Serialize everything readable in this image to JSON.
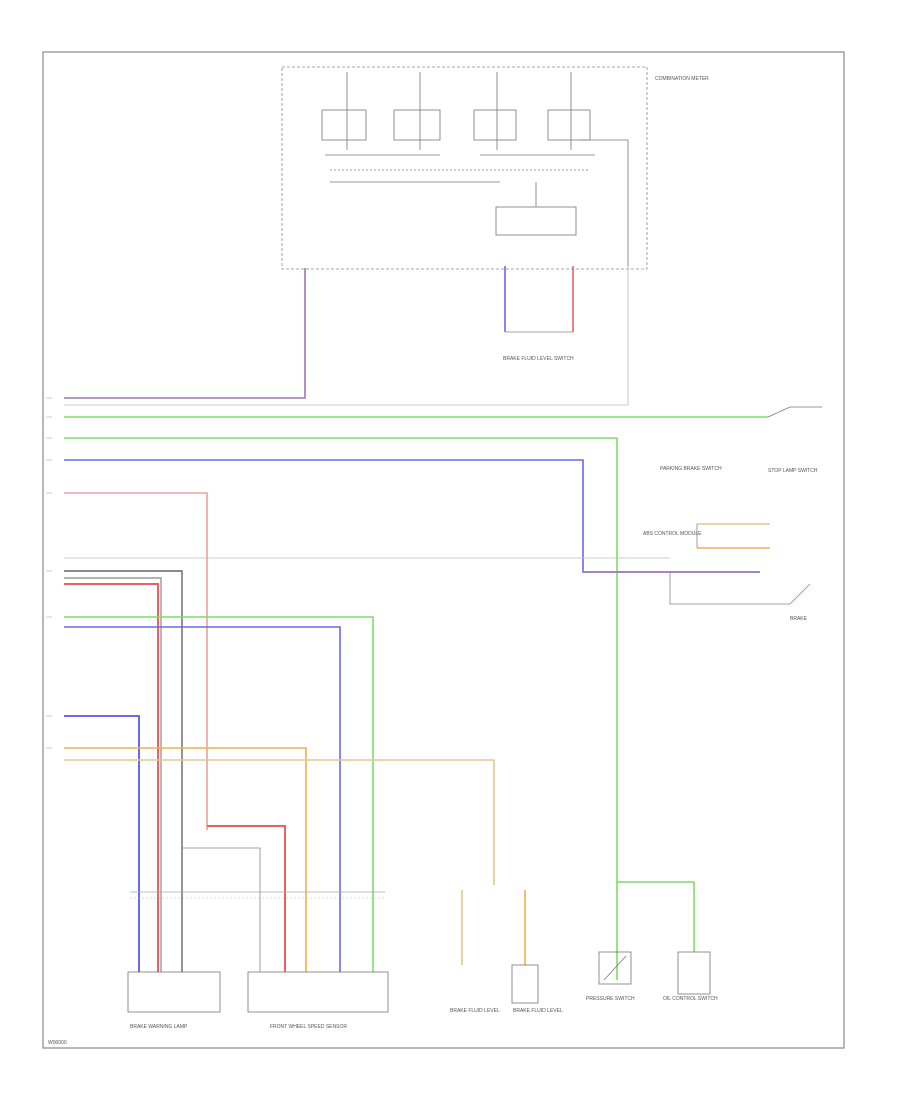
{
  "figure_code": "W00000",
  "components": {
    "module_box_label": "COMBINATION METER",
    "brake_fluid": "BRAKE FLUID LEVEL SWITCH",
    "parking_brake": "PARKING BRAKE SWITCH",
    "brake_stop_switch": "STOP LAMP SWITCH",
    "abs_control": "ABS CONTROL MODULE",
    "front_wss": "FRONT WHEEL SPEED SENSOR",
    "fluid_level_left": "BRAKE FLUID LEVEL",
    "fluid_level_right": "BRAKE FLUID LEVEL",
    "pressure_sw": "PRESSURE SWITCH",
    "oil_control": "OIL CONTROL SWITCH",
    "brake_module": "BRAKE",
    "warn_lamp": "BRAKE WARNING LAMP"
  },
  "wire_colors": {
    "grey": "#9a9a9a",
    "green": "#7fdc66",
    "blue": "#6a6ae6",
    "purple": "#9b7ab2",
    "red": "#ee6060",
    "pink": "#f0a0a0",
    "orange": "#f0b050",
    "beige": "#e0c890",
    "dark": "#666666"
  }
}
